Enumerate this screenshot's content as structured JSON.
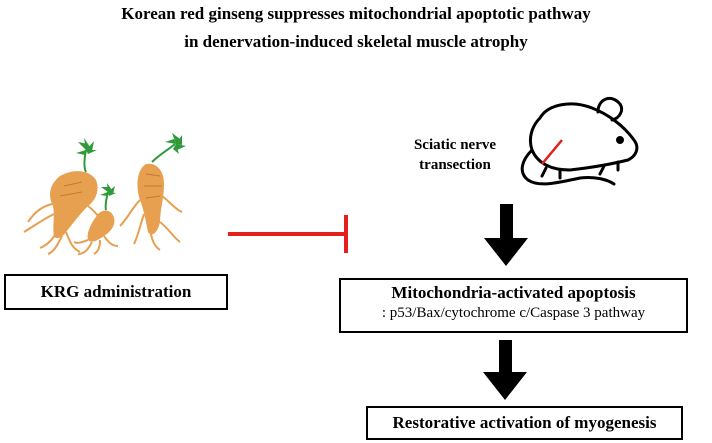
{
  "title": {
    "line1": "Korean red ginseng suppresses mitochondrial apoptotic pathway",
    "line2": "in denervation-induced skeletal muscle atrophy"
  },
  "nodes": {
    "krg": "KRG administration",
    "mito_title": "Mitochondria-activated apoptosis",
    "mito_sub": ": p53/Bax/cytochrome c/Caspase 3 pathway",
    "myogenesis": "Restorative activation of myogenesis",
    "sciatic_line1": "Sciatic nerve",
    "sciatic_line2": "transection"
  },
  "icons": {
    "ginseng": "ginseng-root-icon",
    "mouse": "mouse-icon",
    "inhibit": "inhibition-arrow-icon",
    "down_arrow": "down-arrow-icon"
  },
  "colors": {
    "inhibit": "#e3201b",
    "ginseng": "#e6a050",
    "leaf": "#2e9a3a",
    "arrow": "#000000"
  }
}
